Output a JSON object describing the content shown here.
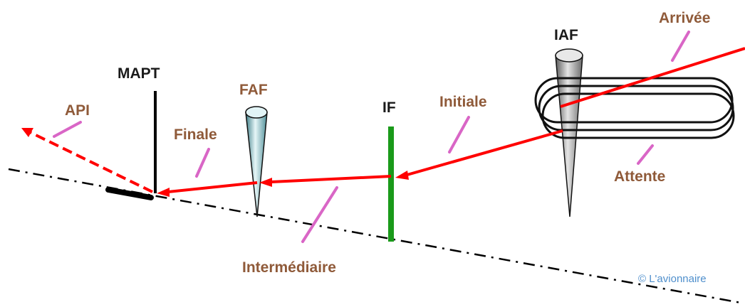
{
  "labels": {
    "arrivee": "Arrivée",
    "iaf": "IAF",
    "initiale": "Initiale",
    "attente": "Attente",
    "if": "IF",
    "faf": "FAF",
    "mapt": "MAPT",
    "finale": "Finale",
    "api": "API",
    "intermediaire": "Intermédiaire"
  },
  "copyright": "© L'avionnaire",
  "colors": {
    "label": "#8f5a39",
    "path": "#ff0000",
    "fix_line": "#1a9a1a",
    "leader": "#d966c6",
    "ground": "#000000",
    "copyright": "#4f8fcc"
  }
}
